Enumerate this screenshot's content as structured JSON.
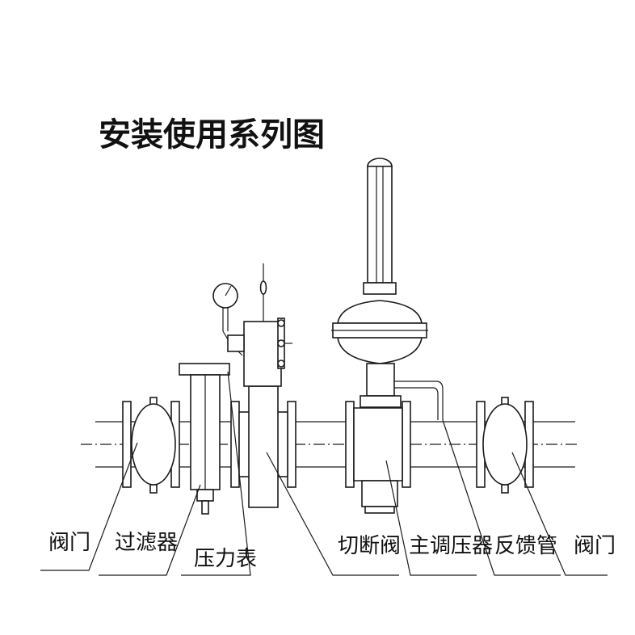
{
  "title": "安装使用系列图",
  "labels": {
    "valve_left": "阀门",
    "filter": "过滤器",
    "pressure_gauge": "压力表",
    "shutoff_valve": "切断阀",
    "main_regulator": "主调压器",
    "feedback_pipe": "反馈管",
    "valve_right": "阀门"
  },
  "colors": {
    "line": "#1a1a1a",
    "background": "#ffffff"
  }
}
